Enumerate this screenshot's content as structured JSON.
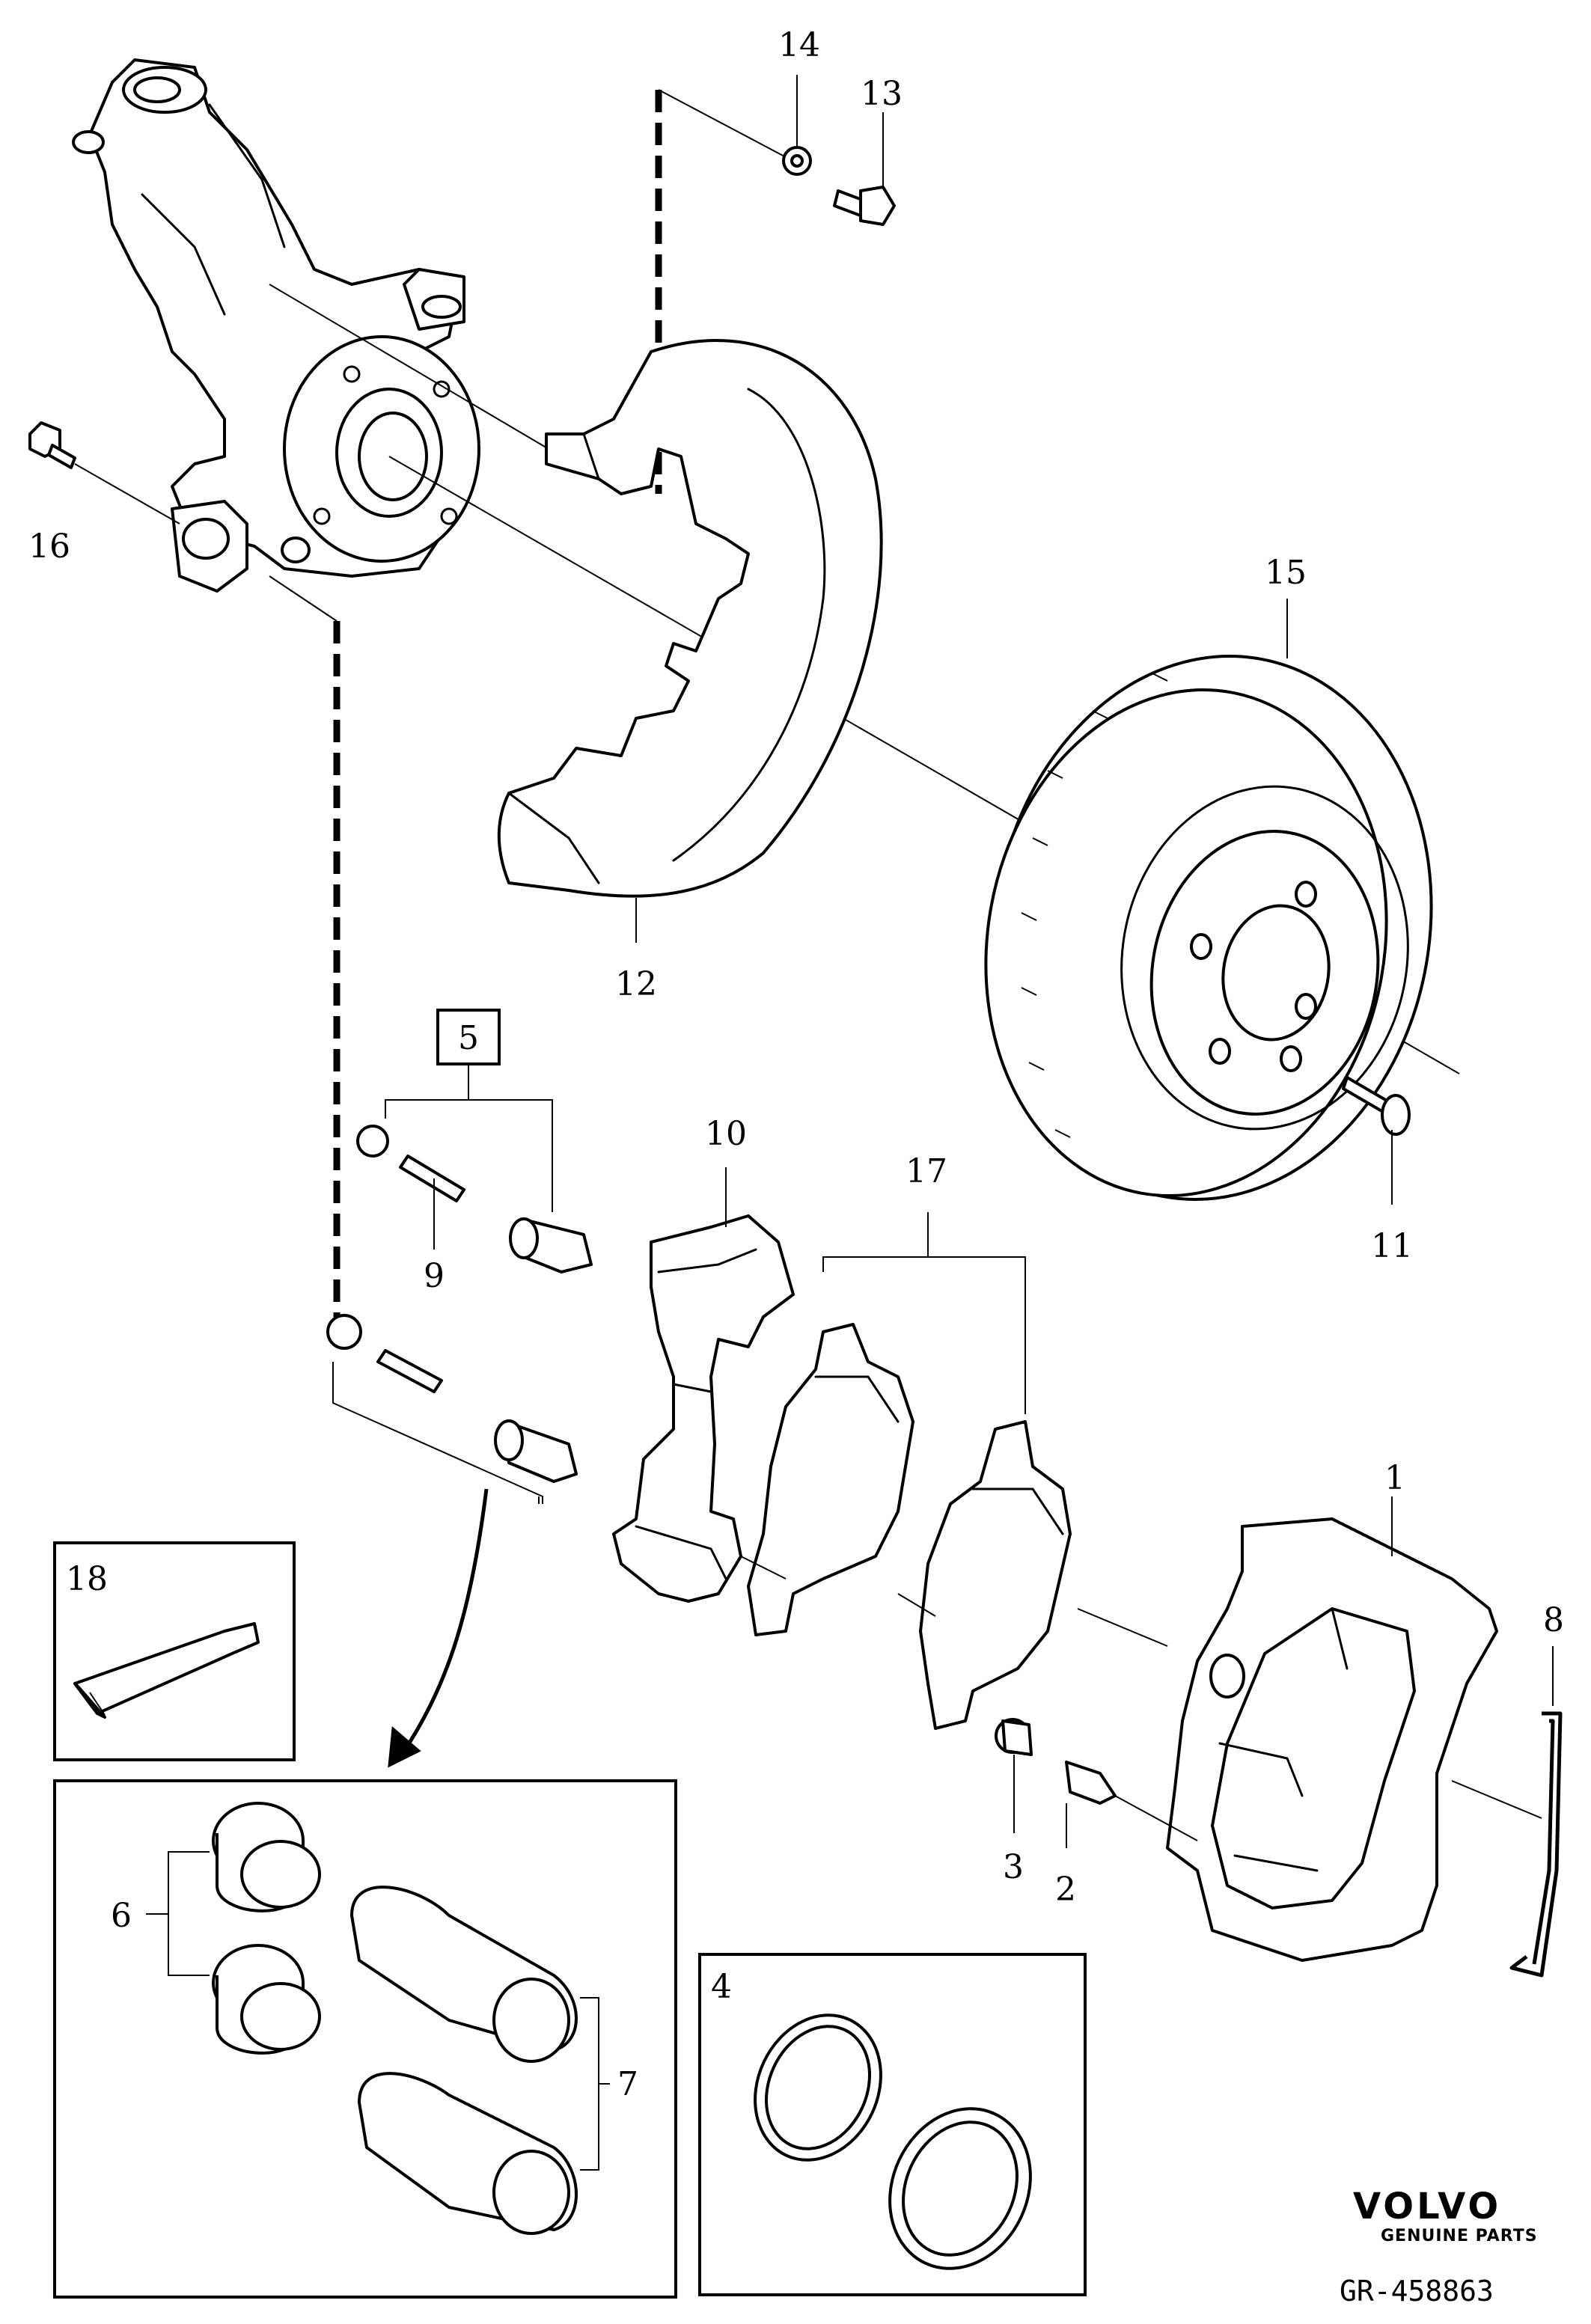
{
  "callouts": {
    "c1": "1",
    "c2": "2",
    "c3": "3",
    "c4": "4",
    "c5": "5",
    "c6": "6",
    "c7": "7",
    "c8": "8",
    "c9": "9",
    "c10": "10",
    "c11": "11",
    "c12": "12",
    "c13": "13",
    "c14": "14",
    "c15": "15",
    "c16": "16",
    "c17": "17",
    "c18": "18"
  },
  "brand": {
    "name": "VOLVO",
    "tagline": "GENUINE PARTS"
  },
  "reference": "GR-458863"
}
